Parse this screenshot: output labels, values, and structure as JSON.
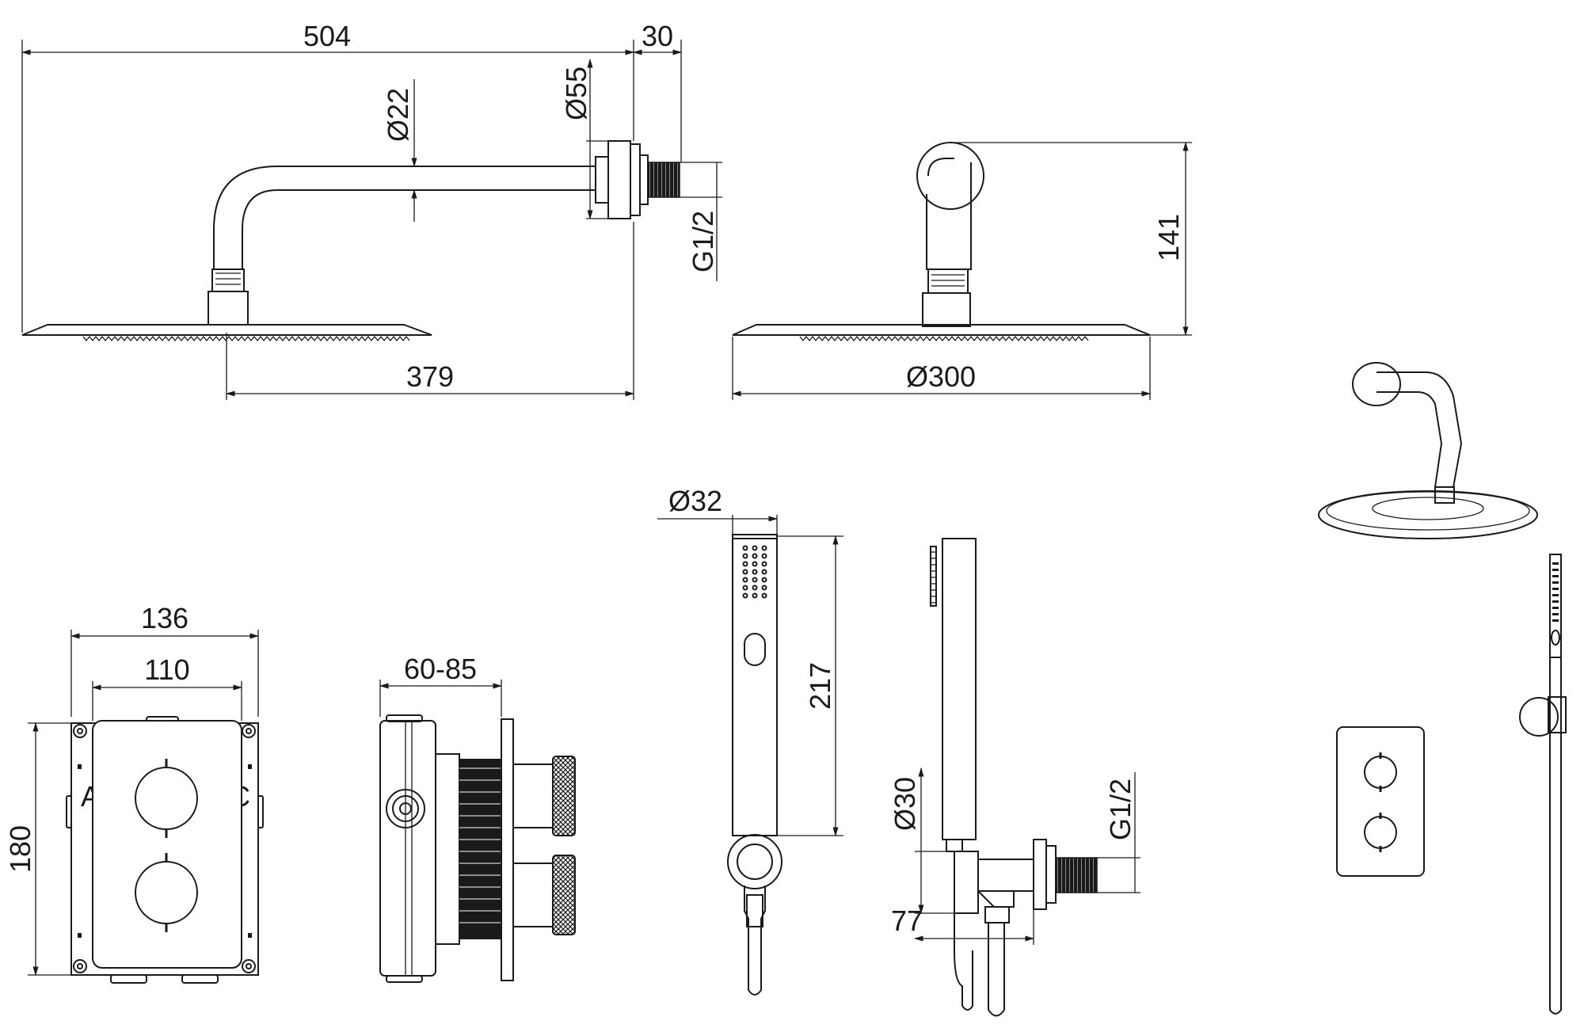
{
  "dimensions": {
    "arm_length": "504",
    "flange_depth": "30",
    "arm_diameter": "Ø22",
    "flange_diameter": "Ø55",
    "thread_top": "G1/2",
    "head_offset": "379",
    "head_diameter": "Ø300",
    "head_height": "141",
    "handshower_diameter": "Ø32",
    "handshower_length": "217",
    "plate_width": "136",
    "box_width": "110",
    "plate_height": "180",
    "install_depth": "60-85",
    "elbow_diameter": "Ø30",
    "elbow_offset": "77",
    "thread_bottom": "G1/2"
  },
  "valve_port_labels": {
    "left": "A",
    "right": "C"
  }
}
